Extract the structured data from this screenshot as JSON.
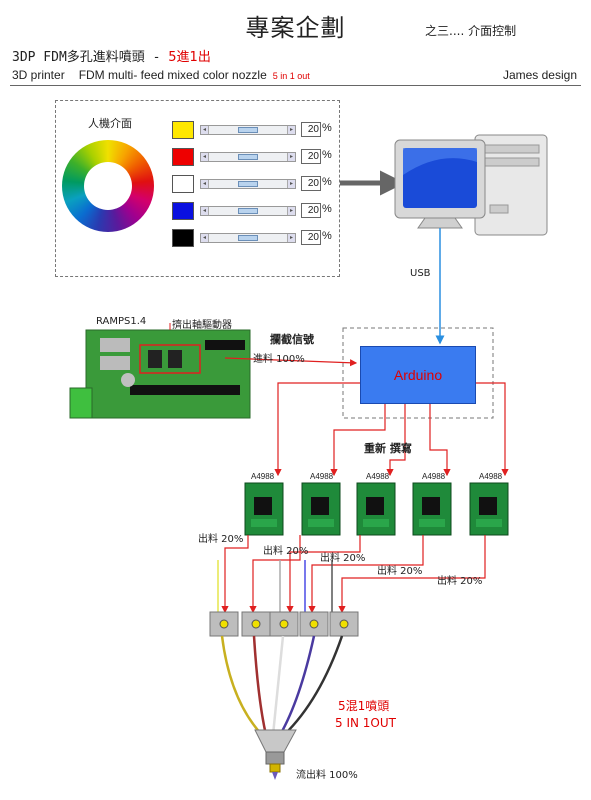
{
  "header": {
    "title": "專案企劃",
    "subtitle": "之三.... 介面控制",
    "line1_prefix": "3DP FDM多孔進料噴頭 - ",
    "line1_highlight": "5進1出",
    "line2_prefix": "3D printer",
    "line2_desc": "FDM multi- feed mixed color nozzle",
    "line2_highlight": "5 in 1 out",
    "author": "James design"
  },
  "ui_panel": {
    "label": "人機介面",
    "channels": [
      {
        "color": "#ffe800",
        "value": "20",
        "unit": "%"
      },
      {
        "color": "#ee0000",
        "value": "20",
        "unit": "%"
      },
      {
        "color": "#ffffff",
        "value": "20",
        "unit": "%"
      },
      {
        "color": "#0a10e0",
        "value": "20",
        "unit": "%"
      },
      {
        "color": "#000000",
        "value": "20",
        "unit": "%"
      }
    ]
  },
  "usb_label": "USB",
  "ramps": {
    "label": "RAMPS1.4",
    "driver_label": "擠出軸驅動器",
    "feed_label": "進料 100%"
  },
  "intercept_label": "攔截信號",
  "arduino_label": "Arduino",
  "rewrite_label": "重新 撰寫",
  "drivers": [
    {
      "name": "A4988"
    },
    {
      "name": "A4988"
    },
    {
      "name": "A4988"
    },
    {
      "name": "A4988"
    },
    {
      "name": "A4988"
    }
  ],
  "outputs": [
    {
      "label": "出料 20%"
    },
    {
      "label": "出料 20%"
    },
    {
      "label": "出料 20%"
    },
    {
      "label": "出料 20%"
    },
    {
      "label": "出料 20%"
    }
  ],
  "nozzle": {
    "label_cn": "5混1噴頭",
    "label_en": "5 IN 1OUT",
    "flow_label": "流出料 100%"
  }
}
